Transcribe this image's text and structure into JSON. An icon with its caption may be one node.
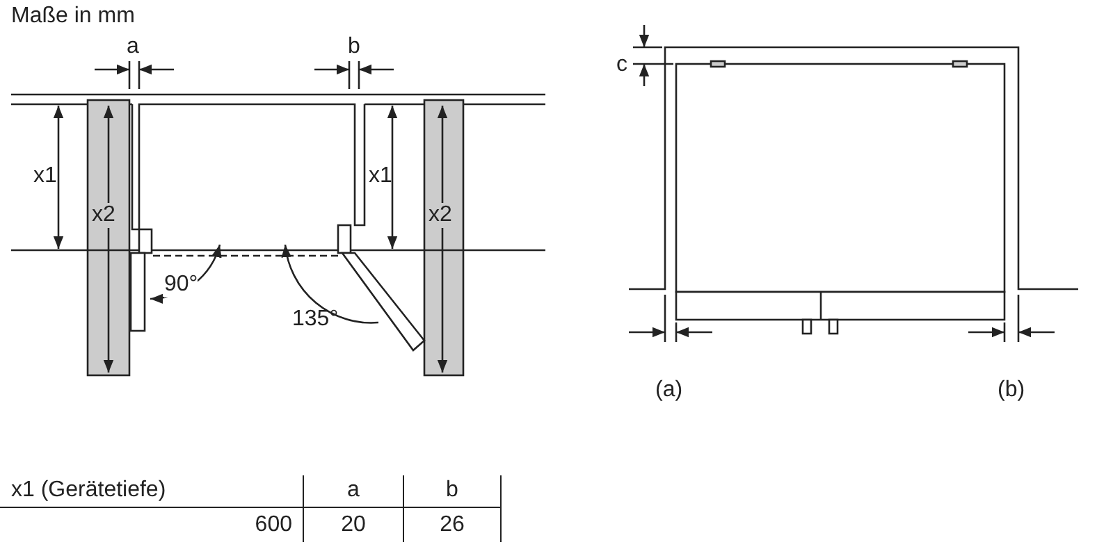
{
  "diagram": {
    "labels": [
      "Maße in mm",
      "a",
      "b",
      "c",
      "x1",
      "x2",
      "x1",
      "x2",
      "90°",
      "135°",
      "(a)",
      "(b)",
      "x1 (Gerätetiefe)",
      "a",
      "b",
      "600",
      "20",
      "26"
    ]
  }
}
